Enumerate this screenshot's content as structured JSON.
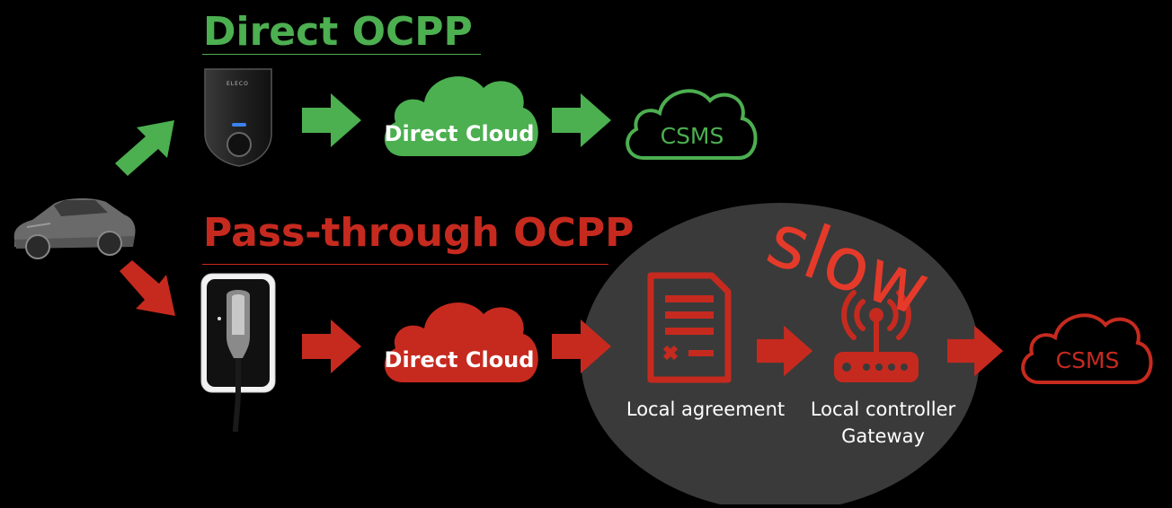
{
  "direct": {
    "title": "Direct OCPP",
    "charger_brand": "ELECO",
    "cloud_label": "Direct Cloud",
    "csms_label": "CSMS",
    "color": "#4caf50"
  },
  "passthrough": {
    "title": "Pass-through OCPP",
    "cloud_label": "Direct Cloud",
    "agreement_label": "Local agreement",
    "controller_label_line1": "Local controller",
    "controller_label_line2": "Gateway",
    "csms_label": "CSMS",
    "slow_label": "slow",
    "color": "#c62a1f",
    "accent_red": "#e53a2a"
  },
  "colors": {
    "background": "#000000",
    "bubble": "#3a3a3a"
  },
  "icons": {
    "car": "car-icon",
    "wallbox": "wallbox-charger-icon",
    "charger": "ev-charger-icon",
    "document": "agreement-document-icon",
    "router": "router-gateway-icon",
    "cloud": "cloud-icon",
    "arrow": "arrow-right-icon"
  }
}
